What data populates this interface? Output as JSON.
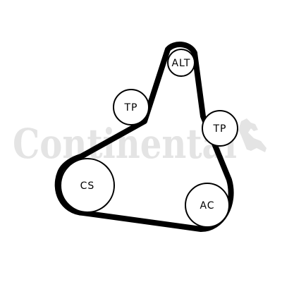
{
  "diagram": {
    "watermark": {
      "text": "Continental",
      "color": "#e4e4e4"
    },
    "belt": {
      "color": "#000000"
    },
    "pulleys": [
      {
        "id": "alt",
        "label": "ALT"
      },
      {
        "id": "tp1",
        "label": "TP"
      },
      {
        "id": "tp2",
        "label": "TP"
      },
      {
        "id": "cs",
        "label": "CS"
      },
      {
        "id": "ac",
        "label": "AC"
      }
    ]
  }
}
